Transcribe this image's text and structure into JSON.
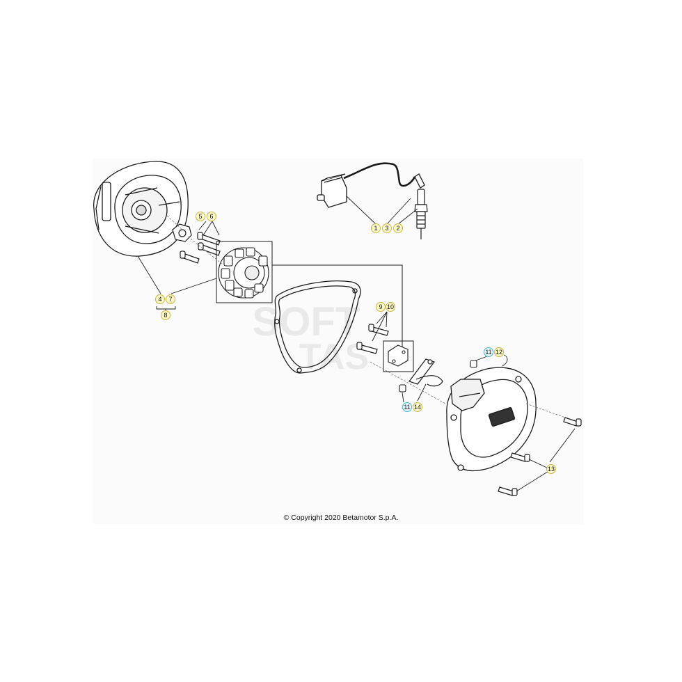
{
  "copyright": "© Copyright 2020 Betamotor S.p.A.",
  "watermark": {
    "line1": "SOFT",
    "line2": "TAS"
  },
  "callouts": {
    "coil_group": [
      "1",
      "3",
      "2"
    ],
    "stator_bolts": [
      "5",
      "6"
    ],
    "flywheel_group": [
      "4",
      "7"
    ],
    "flywheel_kit": "8",
    "pickup_group": [
      "9",
      "10"
    ],
    "cover_plug_top": [
      "11",
      "12"
    ],
    "cover_plug_bottom": [
      "11",
      "14"
    ],
    "cover_screws": "13"
  },
  "colors": {
    "yellow_callout": "#fdf8c8",
    "cyan_callout": "#e6f7fb",
    "yellow_ring": "#c9b64a",
    "cyan_ring": "#4ab3cc",
    "line": "#1a1a1a"
  }
}
